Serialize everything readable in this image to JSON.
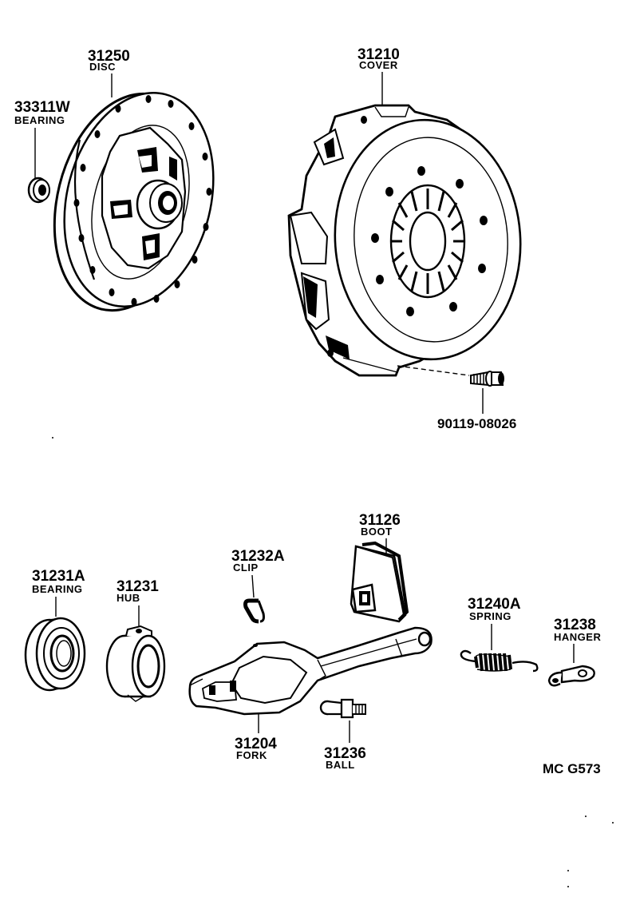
{
  "parts": [
    {
      "key": "disc",
      "number": "31250",
      "name": "DISC"
    },
    {
      "key": "pilot_bearing",
      "number": "33311W",
      "name": "BEARING"
    },
    {
      "key": "cover",
      "number": "31210",
      "name": "COVER"
    },
    {
      "key": "bolt",
      "number": "90119-08026",
      "name": ""
    },
    {
      "key": "boot",
      "number": "31126",
      "name": "BOOT"
    },
    {
      "key": "clip",
      "number": "31232A",
      "name": "CLIP"
    },
    {
      "key": "release_bearing",
      "number": "31231A",
      "name": "BEARING"
    },
    {
      "key": "hub",
      "number": "31231",
      "name": "HUB"
    },
    {
      "key": "spring",
      "number": "31240A",
      "name": "SPRING"
    },
    {
      "key": "hanger",
      "number": "31238",
      "name": "HANGER"
    },
    {
      "key": "fork",
      "number": "31204",
      "name": "FORK"
    },
    {
      "key": "ball",
      "number": "31236",
      "name": "BALL"
    }
  ],
  "figure_code": "MC G573"
}
